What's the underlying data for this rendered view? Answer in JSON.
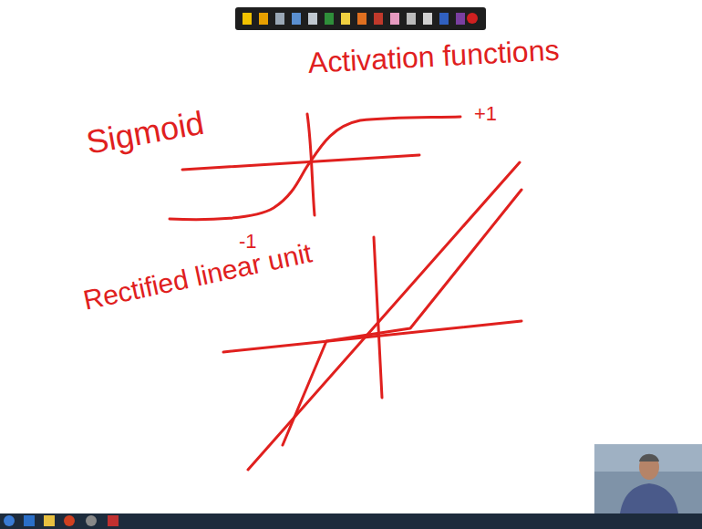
{
  "diagram": {
    "title": "Activation functions",
    "labels": [
      "Sigmoid",
      "+1",
      "-1",
      "Rectified linear unit"
    ]
  }
}
